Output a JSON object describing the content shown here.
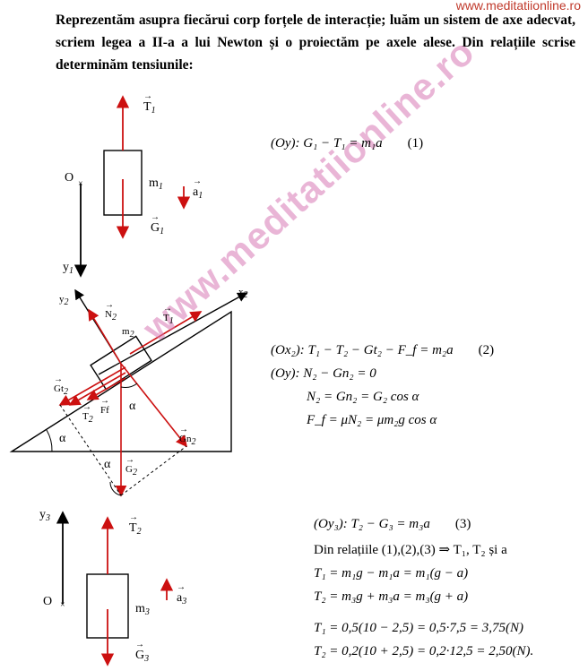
{
  "site": "www.meditatiionline.ro",
  "intro": "Reprezentăm asupra fiecărui corp forțele de interacție; luăm un sistem de axe adecvat, scriem legea a II-a a lui Newton și o proiectăm pe axele alese. Din relațiile scrise determinăm tensiunile:",
  "watermark": "www.meditatiionline.ro",
  "fig1": {
    "T1": "T",
    "T1_sub": "1",
    "m1": "m",
    "m1_sub": "1",
    "a1": "a",
    "a1_sub": "1",
    "G1": "G",
    "G1_sub": "1",
    "O": "O",
    "y1": "y",
    "y1_sub": "1"
  },
  "fig2": {
    "x2": "x",
    "x2_sub": "2",
    "y2": "y",
    "y2_sub": "2",
    "N2": "N",
    "N2_sub": "2",
    "m2": "m",
    "m2_sub": "2",
    "T1p": "T",
    "T1p_sub": "1",
    "Gt2": "Gt",
    "Gt2_sub": "2",
    "T2p": "T",
    "T2p_sub": "2",
    "Ff": "Ff",
    "alpha": "α",
    "Gn2": "Gn",
    "Gn2_sub": "2",
    "G2": "G",
    "G2_sub": "2"
  },
  "fig3": {
    "y3": "y",
    "y3_sub": "3",
    "T2": "T",
    "T2_sub": "2",
    "m3": "m",
    "m3_sub": "3",
    "a3": "a",
    "a3_sub": "3",
    "O": "O",
    "G3": "G",
    "G3_sub": "3"
  },
  "equations": {
    "eq1": "(Oy): G₁ − T₁ = m₁a",
    "eq1_num": "(1)",
    "eq2a": "(Ox₂): T₁ − T₂ − Gt₂ − F_f = m₂a",
    "eq2_num": "(2)",
    "eq2b": "(Oy): N₂ − Gn₂ = 0",
    "eq2c": "N₂ = Gn₂ = G₂ cos α",
    "eq2d": "F_f = μN₂ = μm₂g cos α",
    "eq3a": "(Oy₃): T₂ − G₃ = m₃a",
    "eq3_num": "(3)",
    "eq3b": "Din relațiile  (1),(2),(3) ⇒ T₁, T₂  și a",
    "eq3c": "T₁ = m₁g − m₁a = m₁(g − a)",
    "eq3d": "T₂ = m₃g + m₃a = m₃(g + a)",
    "eq3e": "T₁ = 0,5(10 − 2,5) = 0,5·7,5 = 3,75(N)",
    "eq3f": "T₂ = 0,2(10 + 2,5) = 0,2·12,5 = 2,50(N)."
  }
}
